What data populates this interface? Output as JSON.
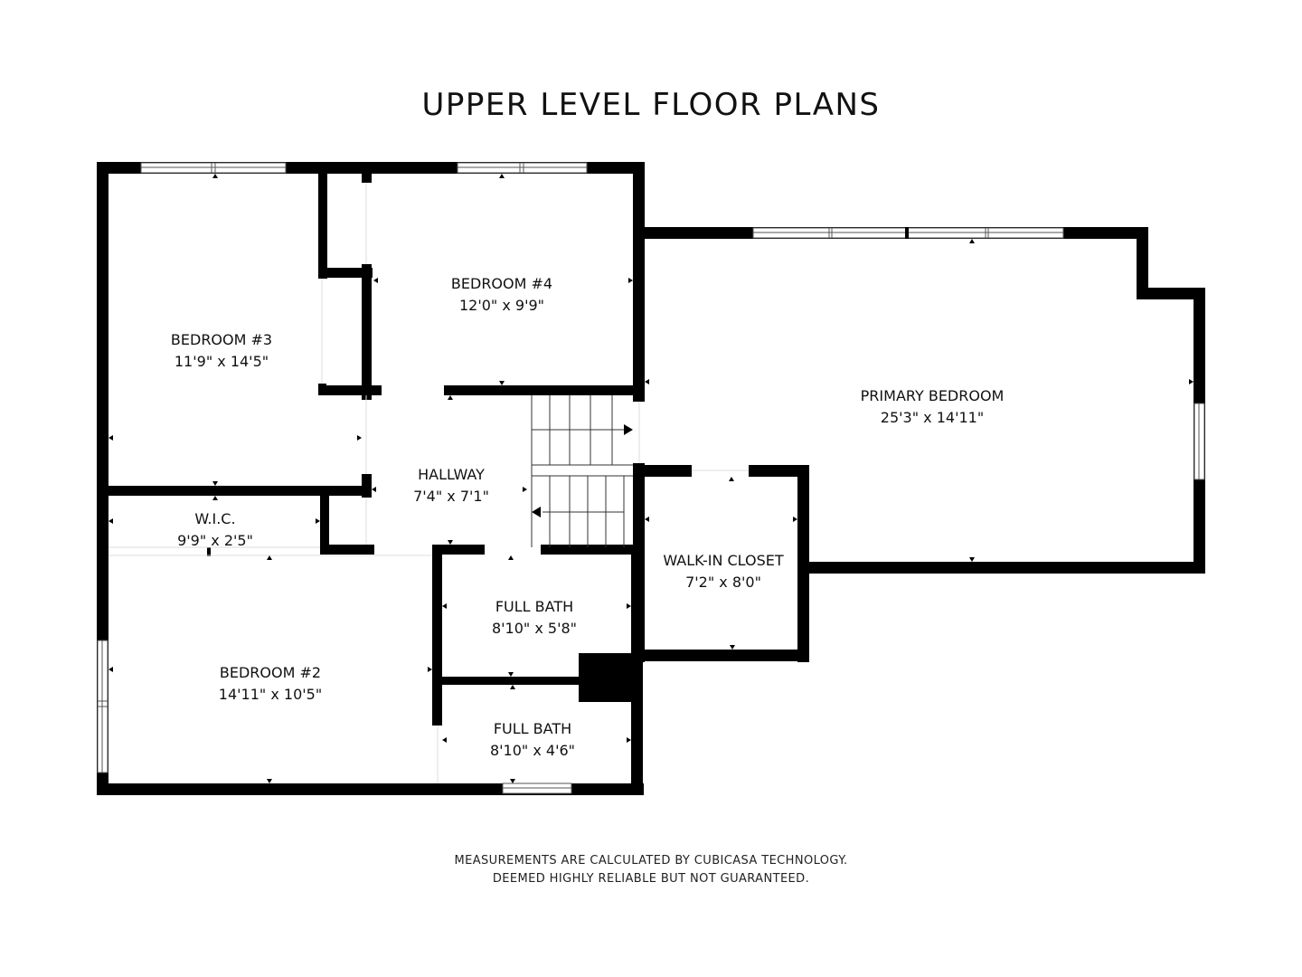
{
  "title": "UPPER LEVEL FLOOR PLANS",
  "colors": {
    "wall": "#000000",
    "background": "#ffffff",
    "window_line": "#555555",
    "text": "#111111"
  },
  "rooms": [
    {
      "name": "BEDROOM #3",
      "dimensions": "11'9\" x 14'5\""
    },
    {
      "name": "BEDROOM #4",
      "dimensions": "12'0\" x 9'9\""
    },
    {
      "name": "PRIMARY BEDROOM",
      "dimensions": "25'3\" x 14'11\""
    },
    {
      "name": "HALLWAY",
      "dimensions": "7'4\" x 7'1\""
    },
    {
      "name": "W.I.C.",
      "dimensions": "9'9\" x 2'5\""
    },
    {
      "name": "WALK-IN CLOSET",
      "dimensions": "7'2\" x 8'0\""
    },
    {
      "name": "FULL BATH",
      "dimensions": "8'10\" x 5'8\""
    },
    {
      "name": "BEDROOM #2",
      "dimensions": "14'11\" x 10'5\""
    },
    {
      "name": "FULL BATH",
      "dimensions": "8'10\" x 4'6\""
    }
  ],
  "footer": {
    "line1": "MEASUREMENTS ARE CALCULATED BY CUBICASA TECHNOLOGY.",
    "line2": "DEEMED HIGHLY RELIABLE BUT NOT GUARANTEED."
  }
}
